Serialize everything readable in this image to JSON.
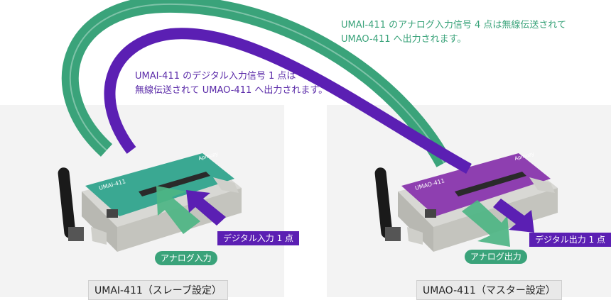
{
  "notes": {
    "analog_line1": "UMAI-411 のアナログ入力信号 4 点は無線伝送されて",
    "analog_line2": "UMAO-411 へ出力されます。",
    "digital_line1": "UMAI-411 のデジタル入力信号 1 点は",
    "digital_line2": "無線伝送されて UMAO-411 へ出力されます。"
  },
  "tags": {
    "digital_in": "デジタル入力 1 点",
    "analog_in": "アナログ入力",
    "digital_out": "デジタル出力 1 点",
    "analog_out": "アナログ出力"
  },
  "captions": {
    "left": "UMAI-411（スレーブ設定）",
    "right": "UMAO-411（マスター設定）"
  },
  "devices": {
    "slave": {
      "model": "UMAI-411",
      "brand": "Apmuzy",
      "color": "#3aa892"
    },
    "master": {
      "model": "UMAO-411",
      "brand": "Apmuzy",
      "color": "#8e3fb0"
    }
  },
  "colors": {
    "analog_arrow": "#3aa37a",
    "digital_arrow": "#5b1fb3"
  }
}
